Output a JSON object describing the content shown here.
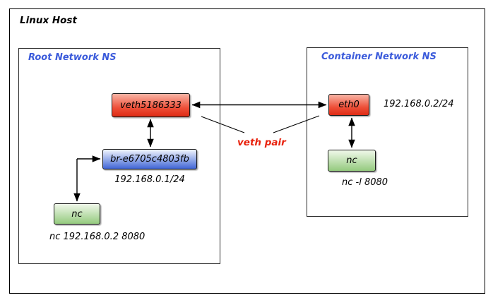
{
  "title": "Linux Host",
  "namespaces": {
    "root": {
      "title": "Root Network NS",
      "nodes": {
        "veth": {
          "label": "veth5186333"
        },
        "bridge": {
          "label": "br-e6705c4803fb",
          "ip": "192.168.0.1/24"
        },
        "nc": {
          "label": "nc",
          "command": "nc 192.168.0.2 8080"
        }
      }
    },
    "container": {
      "title": "Container Network NS",
      "nodes": {
        "eth0": {
          "label": "eth0",
          "ip": "192.168.0.2/24"
        },
        "nc": {
          "label": "nc",
          "command": "nc -l 8080"
        }
      }
    }
  },
  "annotations": {
    "veth_pair": "veth pair"
  },
  "colors": {
    "ns_title": "#3b5bdb",
    "veth_pair_label": "#e8210c",
    "red_node_top": "#f8b5a6",
    "red_node_mid": "#ee4f38",
    "red_node_bottom": "#de2b14",
    "blue_node_top": "#f0f5fd",
    "blue_node_bottom": "#4066d6",
    "green_node_top": "#f0f8ea",
    "green_node_bottom": "#94ca7e",
    "arrow": "#000000"
  }
}
